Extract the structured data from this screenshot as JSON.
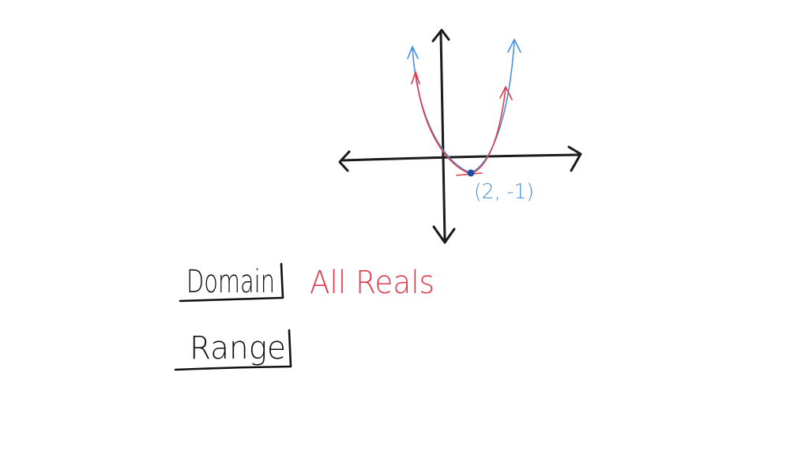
{
  "graph": {
    "vertex_label": "(2, -1)",
    "colors": {
      "axes": "#1a1a1a",
      "blue_curve": "#4a90d9",
      "red_curve": "#e0394a",
      "vertex_dot": "#1f4fa3"
    }
  },
  "notes": {
    "domain_label": "Domain",
    "domain_answer": "All Reals",
    "range_label": "Range",
    "answer_color": "#e0394a",
    "label_color": "#111111"
  }
}
